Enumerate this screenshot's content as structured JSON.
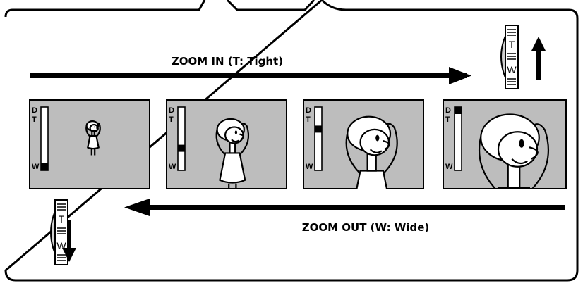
{
  "diagram": {
    "zoom_in_label": "ZOOM IN (T: Tight)",
    "zoom_out_label": "ZOOM OUT (W: Wide)",
    "lever": {
      "tele_letter": "T",
      "wide_letter": "W"
    },
    "indicator": {
      "top_label_d": "D",
      "top_label_t": "T",
      "bottom_label_w": "W"
    },
    "frames": [
      {
        "zoom_level": 0.0
      },
      {
        "zoom_level": 0.33
      },
      {
        "zoom_level": 0.67
      },
      {
        "zoom_level": 1.0
      }
    ],
    "colors": {
      "frame_fill": "#bdbdbd",
      "line": "#000000",
      "figure_fill": "#ffffff"
    }
  }
}
